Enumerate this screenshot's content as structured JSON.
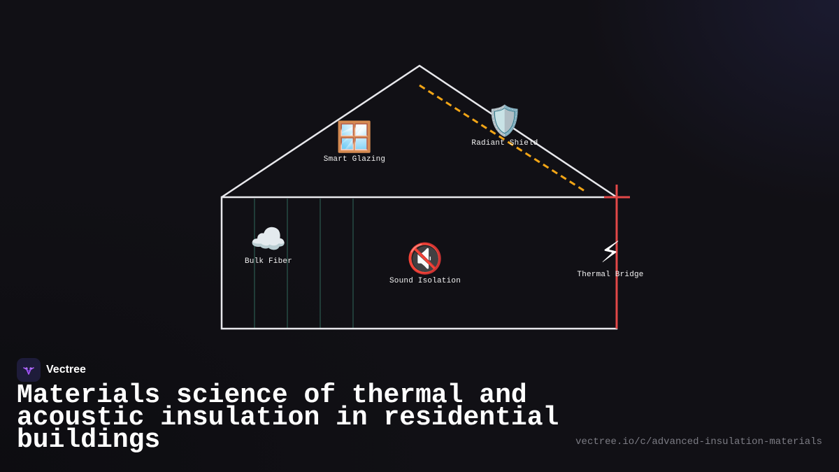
{
  "features": {
    "smart_glazing": {
      "icon": "window-icon",
      "glyph": "🪟",
      "label": "Smart Glazing"
    },
    "radiant_shield": {
      "icon": "shield-icon",
      "glyph": "🛡️",
      "label": "Radiant Shield"
    },
    "bulk_fiber": {
      "icon": "cloud-icon",
      "glyph": "☁️",
      "label": "Bulk Fiber"
    },
    "sound_isolation": {
      "icon": "muted-speaker-icon",
      "glyph": "🔇",
      "label": "Sound Isolation"
    },
    "thermal_bridge": {
      "icon": "lightning-icon",
      "glyph": "⚡",
      "label": "Thermal Bridge"
    }
  },
  "brand": {
    "name": "Vectree",
    "icon": "vectree-logo-icon"
  },
  "title": "Materials science of thermal and acoustic insulation in residential buildings",
  "url": "vectree.io/c/advanced-insulation-materials",
  "colors": {
    "background": "#111015",
    "house_outline": "#e8e8ec",
    "radiant_barrier": "#f2a516",
    "thermal_bridge": "#e24848",
    "fiber_lines": "#2c5a50",
    "brand_accent": "#a855f7"
  }
}
